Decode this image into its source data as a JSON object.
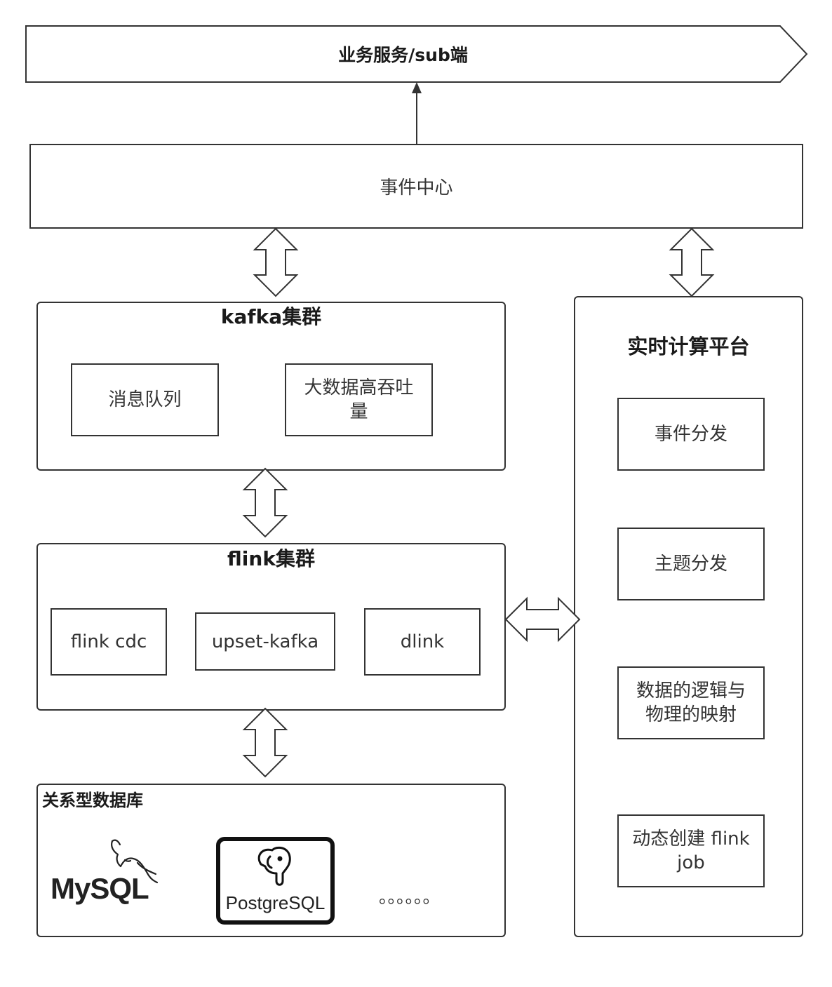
{
  "top_banner": {
    "label": "业务服务/sub端"
  },
  "event_center": {
    "label": "事件中心"
  },
  "kafka_cluster": {
    "title": "kafka集群",
    "items": [
      {
        "lines": [
          "消息队列"
        ]
      },
      {
        "lines": [
          "大数据高吞吐",
          "量"
        ]
      }
    ]
  },
  "flink_cluster": {
    "title": "flink集群",
    "items": [
      {
        "lines": [
          "flink cdc"
        ]
      },
      {
        "lines": [
          "upset-kafka"
        ]
      },
      {
        "lines": [
          "dlink"
        ]
      }
    ]
  },
  "relational_db": {
    "title": "关系型数据库",
    "logos": [
      {
        "label": "MySQL",
        "icon": "mysql-dolphin-icon"
      },
      {
        "label": "PostgreSQL",
        "icon": "postgresql-elephant-icon"
      }
    ],
    "ellipsis": "。。。。。。"
  },
  "realtime_platform": {
    "title": "实时计算平台",
    "items": [
      {
        "lines": [
          "事件分发"
        ]
      },
      {
        "lines": [
          "主题分发"
        ]
      },
      {
        "lines": [
          "数据的逻辑与",
          "物理的映射"
        ]
      },
      {
        "lines": [
          "动态创建 flink",
          "job"
        ]
      }
    ]
  },
  "colors": {
    "stroke": "#333333",
    "text": "#333333",
    "title": "#1a1a1a",
    "background": "#ffffff"
  }
}
